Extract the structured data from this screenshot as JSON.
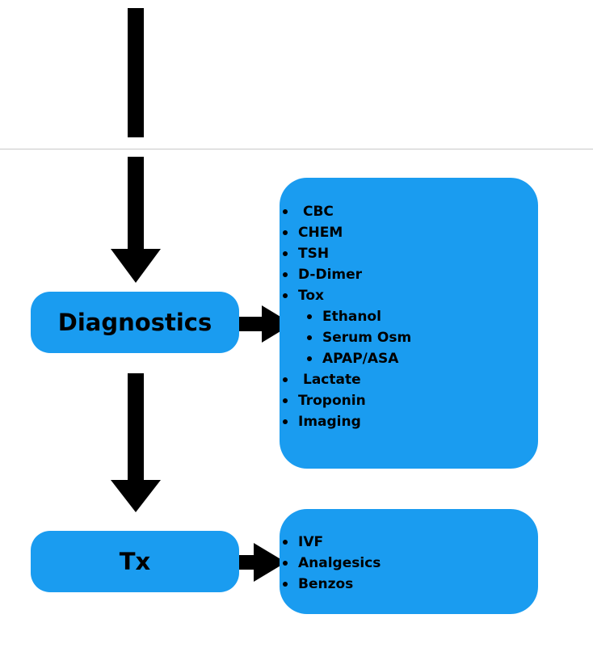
{
  "colors": {
    "node_fill": "#1a9cf0",
    "arrow": "#000000",
    "divider": "#c9c9c9"
  },
  "nodes": {
    "diagnostics": {
      "label": "Diagnostics"
    },
    "tx": {
      "label": "Tx"
    }
  },
  "diagnostics_panel": {
    "items": [
      "CBC",
      "CHEM",
      "TSH",
      "D-Dimer",
      "Tox",
      "Ethanol",
      "Serum Osm",
      "APAP/ASA",
      "Lactate",
      "Troponin",
      "Imaging"
    ]
  },
  "tx_panel": {
    "items": [
      "IVF",
      "Analgesics",
      "Benzos"
    ]
  }
}
